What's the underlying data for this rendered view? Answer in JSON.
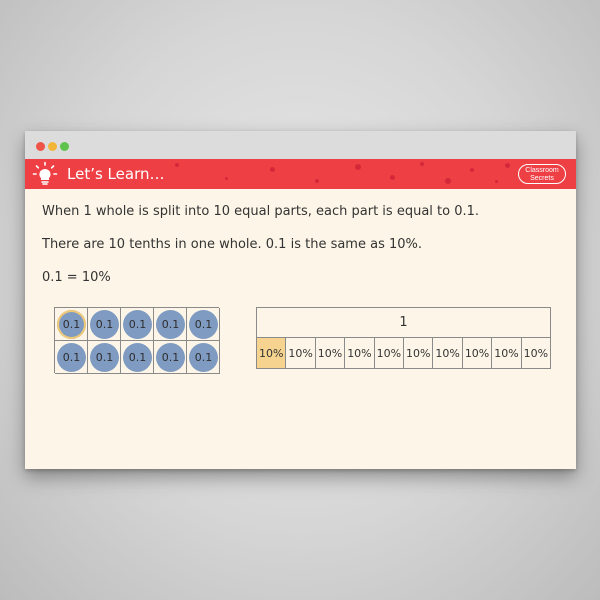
{
  "window": {
    "banner_title": "Let’s Learn…",
    "logo_text": "Classroom Secrets"
  },
  "lesson": {
    "line1": "When 1 whole is split into 10 equal parts, each part is equal to 0.1.",
    "line2": "There are 10 tenths in one whole. 0.1 is the same as 10%.",
    "line3": "0.1 = 10%"
  },
  "tenths_grid": {
    "counters": [
      "0.1",
      "0.1",
      "0.1",
      "0.1",
      "0.1",
      "0.1",
      "0.1",
      "0.1",
      "0.1",
      "0.1"
    ],
    "highlighted_index": 0,
    "counter_color": "#7f9bc1",
    "highlight_color": "#f0c977"
  },
  "bar_model": {
    "whole_label": "1",
    "parts": [
      "10%",
      "10%",
      "10%",
      "10%",
      "10%",
      "10%",
      "10%",
      "10%",
      "10%",
      "10%"
    ],
    "shaded_index": 0,
    "shade_color": "#f6d38f"
  },
  "colors": {
    "banner": "#ee3f44",
    "page_bg": "#fdf6e8"
  }
}
